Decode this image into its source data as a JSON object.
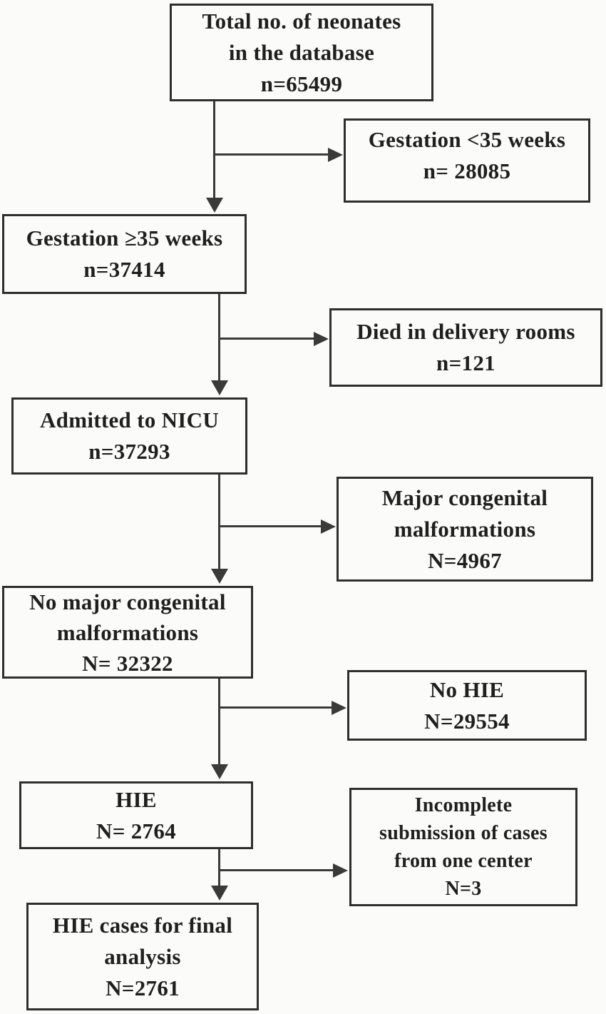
{
  "diagram_type": "study-flowchart",
  "boxes": {
    "total": {
      "lines": [
        "Total no. of neonates",
        "in the database",
        "n=65499"
      ],
      "value": 65499
    },
    "gest_lt35": {
      "lines": [
        "Gestation <35 weeks",
        "n= 28085"
      ],
      "value": 28085
    },
    "gest_ge35": {
      "lines": [
        "Gestation ≥35 weeks",
        "n=37414"
      ],
      "value": 37414
    },
    "died_delivery": {
      "lines": [
        "Died in delivery rooms",
        "n=121"
      ],
      "value": 121
    },
    "nicu": {
      "lines": [
        "Admitted to NICU",
        "n=37293"
      ],
      "value": 37293
    },
    "major_malform": {
      "lines": [
        "Major congenital",
        "malformations",
        "N=4967"
      ],
      "value": 4967
    },
    "no_major_malform": {
      "lines": [
        "No major congenital",
        "malformations",
        "N= 32322"
      ],
      "value": 32322
    },
    "no_hie": {
      "lines": [
        "No HIE",
        "N=29554"
      ],
      "value": 29554
    },
    "hie": {
      "lines": [
        "HIE",
        "N= 2764"
      ],
      "value": 2764
    },
    "incomplete": {
      "lines": [
        "Incomplete",
        "submission of cases",
        "from one center",
        "N=3"
      ],
      "value": 3
    },
    "final": {
      "lines": [
        "HIE cases for final",
        "analysis",
        "N=2761"
      ],
      "value": 2761
    }
  },
  "colors": {
    "paper": "#fbfbf9",
    "box_border": "#2e2e2e",
    "text": "#1f1f1f",
    "connector": "#3a3a3a"
  }
}
